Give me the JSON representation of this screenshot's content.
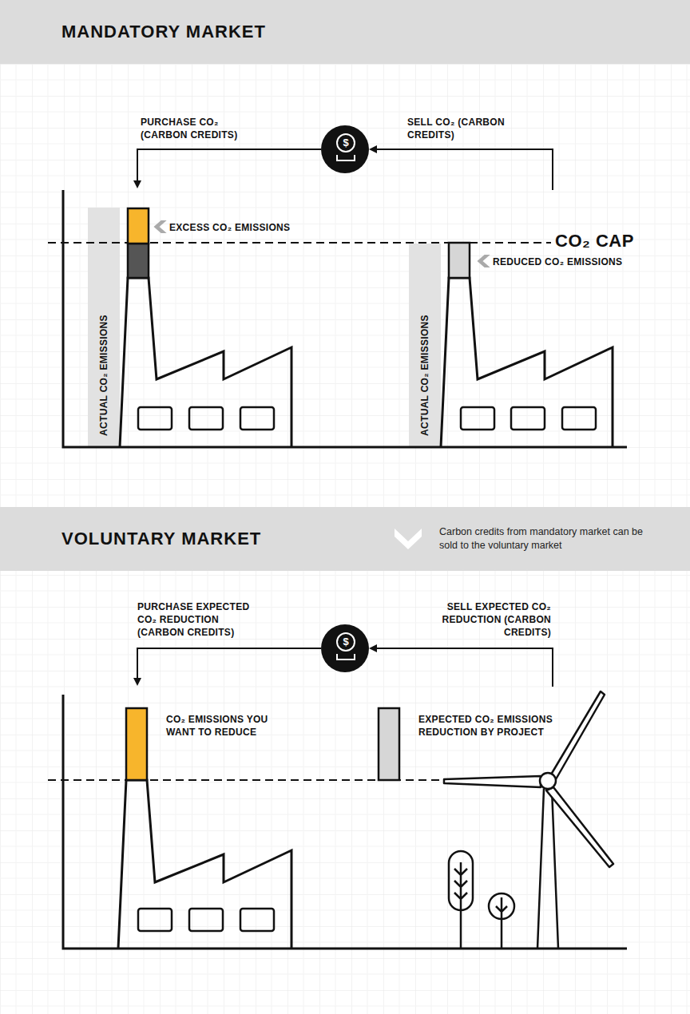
{
  "diagram": {
    "nodes": [
      {
        "text": [
          "MANDATORY MARKET"
        ]
      },
      {
        "text": [
          "$"
        ]
      },
      {
        "text": [
          "VOLUNTARY MARKET",
          "Carbon credits from mandatory market can be sold to the voluntary market"
        ]
      },
      {
        "text": [
          "$"
        ]
      }
    ],
    "labels": [
      "PURCHASE CO₂ (CARBON CREDITS)",
      "SELL CO₂ (CARBON CREDITS)",
      "EXCESS CO₂ EMISSIONS",
      "CO₂ CAP",
      "REDUCED CO₂ EMISSIONS",
      "ACTUAL CO₂ EMISSIONS",
      "ACTUAL CO₂ EMISSIONS",
      "PURCHASE EXPECTED CO₂ REDUCTION (CARBON CREDITS)",
      "SELL EXPECTED CO₂ REDUCTION (CARBON CREDITS)",
      "CO₂ EMISSIONS YOU WANT TO REDUCE",
      "EXPECTED CO₂ EMISSIONS REDUCTION BY PROJECT"
    ]
  }
}
